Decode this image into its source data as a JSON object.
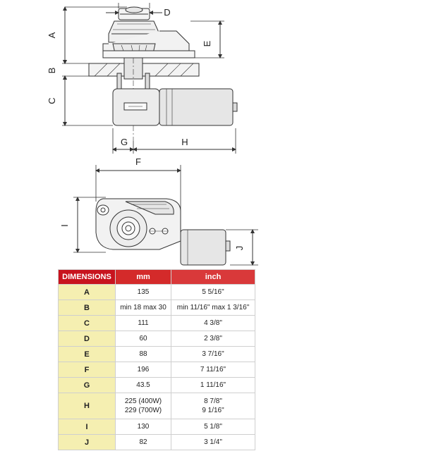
{
  "diagram": {
    "side_view_labels": [
      "A",
      "B",
      "C",
      "D",
      "E",
      "G",
      "H"
    ],
    "top_view_labels": [
      "F",
      "I",
      "J"
    ]
  },
  "table": {
    "headers": [
      "DIMENSIONS",
      "mm",
      "inch"
    ],
    "rows": [
      {
        "letter": "A",
        "mm": [
          "135"
        ],
        "inch": [
          "5 5/16\""
        ]
      },
      {
        "letter": "B",
        "mm": [
          "min 18 max 30"
        ],
        "inch": [
          "min 11/16\" max 1 3/16\""
        ]
      },
      {
        "letter": "C",
        "mm": [
          "111"
        ],
        "inch": [
          "4 3/8\""
        ]
      },
      {
        "letter": "D",
        "mm": [
          "60"
        ],
        "inch": [
          "2 3/8\""
        ]
      },
      {
        "letter": "E",
        "mm": [
          "88"
        ],
        "inch": [
          "3 7/16\""
        ]
      },
      {
        "letter": "F",
        "mm": [
          "196"
        ],
        "inch": [
          "7 11/16\""
        ]
      },
      {
        "letter": "G",
        "mm": [
          "43.5"
        ],
        "inch": [
          "1 11/16\""
        ]
      },
      {
        "letter": "H",
        "mm": [
          "225 (400W)",
          "229 (700W)"
        ],
        "inch": [
          "8 7/8\"",
          "9 1/16\""
        ]
      },
      {
        "letter": "I",
        "mm": [
          "130"
        ],
        "inch": [
          "5 1/8\""
        ]
      },
      {
        "letter": "J",
        "mm": [
          "82"
        ],
        "inch": [
          "3 1/4\""
        ]
      }
    ]
  },
  "colors": {
    "header_red": "#c8131e",
    "letter_cell_yellow": "#f5efb1",
    "line": "#333333"
  }
}
